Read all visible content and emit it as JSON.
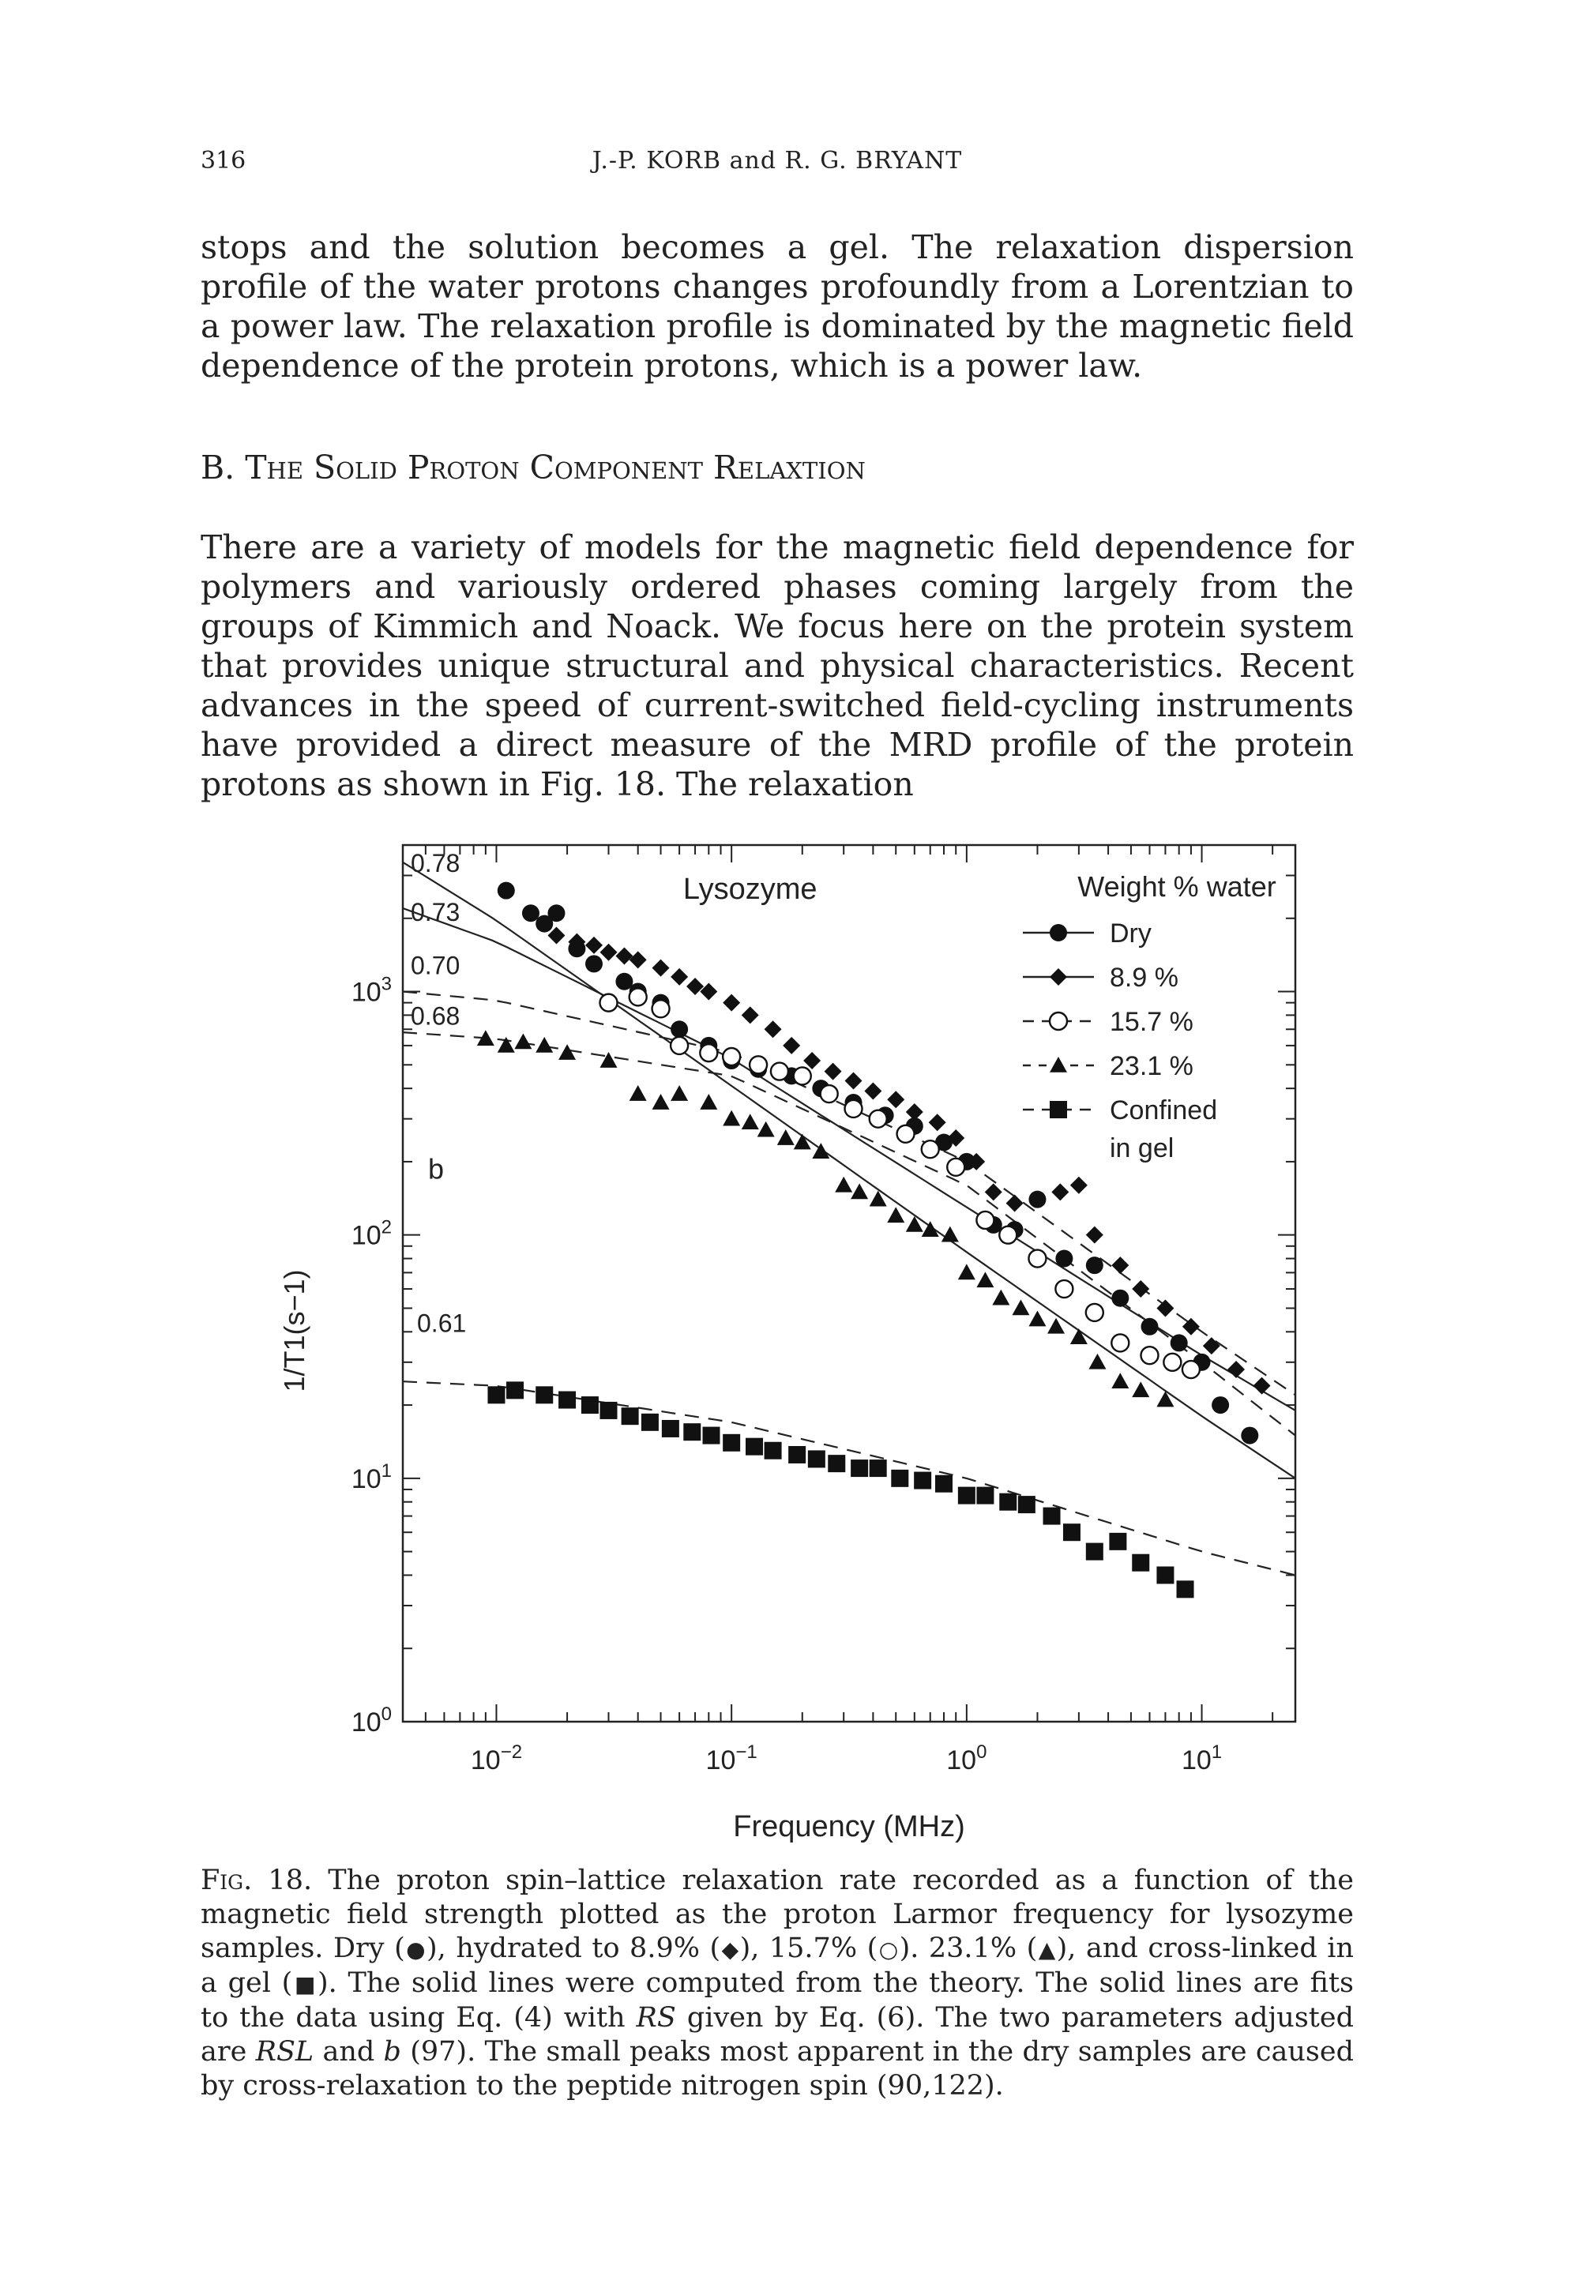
{
  "header": {
    "page_number": "316",
    "running_head": "J.-P. KORB and R. G. BRYANT"
  },
  "body": {
    "para1": "stops and the solution becomes a gel. The relaxation dispersion profile of the water protons changes profoundly from a Lorentzian to a power law. The relaxation profile is dominated by the magnetic field dependence of the protein protons, which is a power law.",
    "section_heading": "B. The Solid Proton Component Relaxtion",
    "para2": "There are a variety of models for the magnetic field dependence for polymers and variously ordered phases coming largely from the groups of Kimmich and Noack. We focus here on the protein system that provides unique structural and physical characteristics. Recent advances in the speed of current-switched field-cycling instruments have provided a direct measure of the MRD profile of the protein protons as shown in Fig. 18. The relaxation"
  },
  "chart_data": {
    "type": "scatter",
    "title": "Lysozyme",
    "xlabel": "Frequency (MHz)",
    "ylabel": "1/T1(s−1)",
    "x_scale": "log",
    "y_scale": "log",
    "xlim": [
      0.004,
      25
    ],
    "ylim": [
      1,
      4000
    ],
    "x_ticks": [
      "10−2",
      "10−1",
      "100",
      "101"
    ],
    "y_ticks": [
      "100",
      "101",
      "102",
      "103"
    ],
    "panel_label": "b",
    "legend_title": "Weight % water",
    "legend": [
      "Dry",
      "8.9 %",
      "15.7 %",
      "23.1 %",
      "Confined",
      "in gel"
    ],
    "curve_labels": [
      "0.78",
      "0.73",
      "0.70",
      "0.68",
      "0.61"
    ],
    "series": [
      {
        "name": "Dry",
        "marker": "circle-filled",
        "line": "solid",
        "x": [
          0.011,
          0.014,
          0.016,
          0.018,
          0.022,
          0.026,
          0.035,
          0.04,
          0.05,
          0.06,
          0.08,
          0.1,
          0.13,
          0.18,
          0.24,
          0.33,
          0.45,
          0.6,
          0.8,
          1.0,
          1.3,
          1.6,
          2.0,
          2.6,
          3.5,
          4.5,
          6.0,
          8.0,
          10.0,
          12.0,
          16.0
        ],
        "y": [
          2600,
          2100,
          1900,
          2100,
          1500,
          1300,
          1100,
          1000,
          900,
          700,
          600,
          520,
          480,
          450,
          400,
          350,
          310,
          280,
          240,
          200,
          110,
          105,
          140,
          80,
          75,
          55,
          42,
          36,
          30,
          20,
          15
        ]
      },
      {
        "name": "8.9 %",
        "marker": "diamond-filled",
        "line": "solid",
        "x": [
          0.016,
          0.018,
          0.022,
          0.026,
          0.03,
          0.035,
          0.04,
          0.05,
          0.06,
          0.07,
          0.08,
          0.1,
          0.12,
          0.15,
          0.18,
          0.22,
          0.27,
          0.33,
          0.4,
          0.5,
          0.6,
          0.75,
          0.9,
          1.1,
          1.3,
          1.6,
          2.0,
          2.5,
          3.0,
          3.5,
          4.5,
          5.5,
          7.0,
          9.0,
          11.0,
          14.0,
          18.0
        ],
        "y": [
          1900,
          1700,
          1600,
          1550,
          1450,
          1400,
          1350,
          1250,
          1150,
          1050,
          1000,
          900,
          800,
          700,
          600,
          520,
          470,
          430,
          390,
          360,
          320,
          290,
          250,
          200,
          150,
          135,
          140,
          150,
          160,
          100,
          75,
          60,
          50,
          42,
          35,
          28,
          24
        ]
      },
      {
        "name": "15.7 %",
        "marker": "circle-open",
        "line": "dashed",
        "x": [
          0.03,
          0.04,
          0.05,
          0.06,
          0.08,
          0.1,
          0.13,
          0.16,
          0.2,
          0.26,
          0.33,
          0.42,
          0.55,
          0.7,
          0.9,
          1.2,
          1.5,
          2.0,
          2.6,
          3.5,
          4.5,
          6.0,
          7.5,
          9.0
        ],
        "y": [
          900,
          950,
          850,
          600,
          560,
          540,
          500,
          470,
          450,
          380,
          330,
          300,
          260,
          225,
          190,
          115,
          100,
          80,
          60,
          48,
          36,
          32,
          30,
          28
        ]
      },
      {
        "name": "23.1 %",
        "marker": "triangle-filled",
        "line": "dashed",
        "x": [
          0.009,
          0.011,
          0.013,
          0.016,
          0.02,
          0.03,
          0.04,
          0.05,
          0.06,
          0.08,
          0.1,
          0.12,
          0.14,
          0.17,
          0.2,
          0.24,
          0.3,
          0.35,
          0.42,
          0.5,
          0.6,
          0.7,
          0.85,
          1.0,
          1.2,
          1.4,
          1.7,
          2.0,
          2.4,
          3.0,
          3.6,
          4.5,
          5.5,
          7.0
        ],
        "y": [
          640,
          600,
          620,
          600,
          560,
          520,
          380,
          350,
          380,
          350,
          300,
          290,
          270,
          250,
          240,
          220,
          160,
          150,
          140,
          120,
          110,
          105,
          100,
          70,
          65,
          55,
          50,
          45,
          42,
          38,
          30,
          25,
          23,
          21
        ]
      },
      {
        "name": "Confined in gel",
        "marker": "square-filled",
        "line": "dashed",
        "x": [
          0.01,
          0.012,
          0.016,
          0.02,
          0.025,
          0.03,
          0.037,
          0.045,
          0.055,
          0.068,
          0.082,
          0.1,
          0.125,
          0.15,
          0.19,
          0.23,
          0.28,
          0.35,
          0.42,
          0.52,
          0.65,
          0.8,
          1.0,
          1.2,
          1.5,
          1.8,
          2.3,
          2.8,
          3.5,
          4.4,
          5.5,
          7.0,
          8.5
        ],
        "y": [
          22,
          23,
          22,
          21,
          20,
          19,
          18,
          17,
          16,
          15.5,
          15,
          14,
          13.5,
          13,
          12.5,
          12,
          11.5,
          11,
          11,
          10,
          9.8,
          9.5,
          8.5,
          8.5,
          8,
          7.8,
          7,
          6,
          5,
          5.5,
          4.5,
          4,
          3.5
        ]
      }
    ],
    "theory_curves": [
      {
        "label": "0.78",
        "style": "solid",
        "x": [
          0.004,
          0.01,
          0.1,
          1,
          10,
          25
        ],
        "y": [
          3400,
          1960,
          410,
          85,
          18,
          10
        ]
      },
      {
        "label": "0.73",
        "style": "solid",
        "x": [
          0.004,
          0.01,
          0.1,
          1,
          10,
          25
        ],
        "y": [
          2200,
          1600,
          530,
          130,
          32,
          19
        ]
      },
      {
        "label": "0.70",
        "style": "dashed",
        "x": [
          0.004,
          0.01,
          0.1,
          1,
          10,
          25
        ],
        "y": [
          1000,
          920,
          560,
          200,
          40,
          22
        ]
      },
      {
        "label": "0.68",
        "style": "dashed",
        "x": [
          0.004,
          0.01,
          0.1,
          1,
          10,
          25
        ],
        "y": [
          680,
          640,
          450,
          160,
          30,
          15
        ]
      },
      {
        "label": "0.61",
        "style": "dashed",
        "x": [
          0.004,
          0.01,
          0.1,
          1,
          10,
          25
        ],
        "y": [
          25,
          24,
          17,
          10,
          5,
          4
        ]
      }
    ]
  },
  "caption": {
    "fig_label": "Fig. 18.",
    "text1": " The proton spin–lattice relaxation rate recorded as a function of the magnetic field strength plotted as the proton Larmor frequency for lysozyme samples. Dry (",
    "sym_dry": "●",
    "text2": "), hydrated to 8.9% (",
    "sym_89": "◆",
    "text3": "), 15.7% (",
    "sym_157": "○",
    "text4": "). 23.1% (",
    "sym_231": "▲",
    "text5": "), and cross-linked in a gel (",
    "sym_gel": "■",
    "text6": "). The solid lines were computed from the theory. The solid lines are fits to the data using Eq. (4) with ",
    "rs": "RS",
    "text7": " given by Eq. (6). The two parameters adjusted are ",
    "rsl": "RSL",
    "text8": " and ",
    "b": "b",
    "text9": " (97). The small peaks most apparent in the dry samples are caused by cross-relaxation to the peptide nitrogen spin (90,122)."
  }
}
